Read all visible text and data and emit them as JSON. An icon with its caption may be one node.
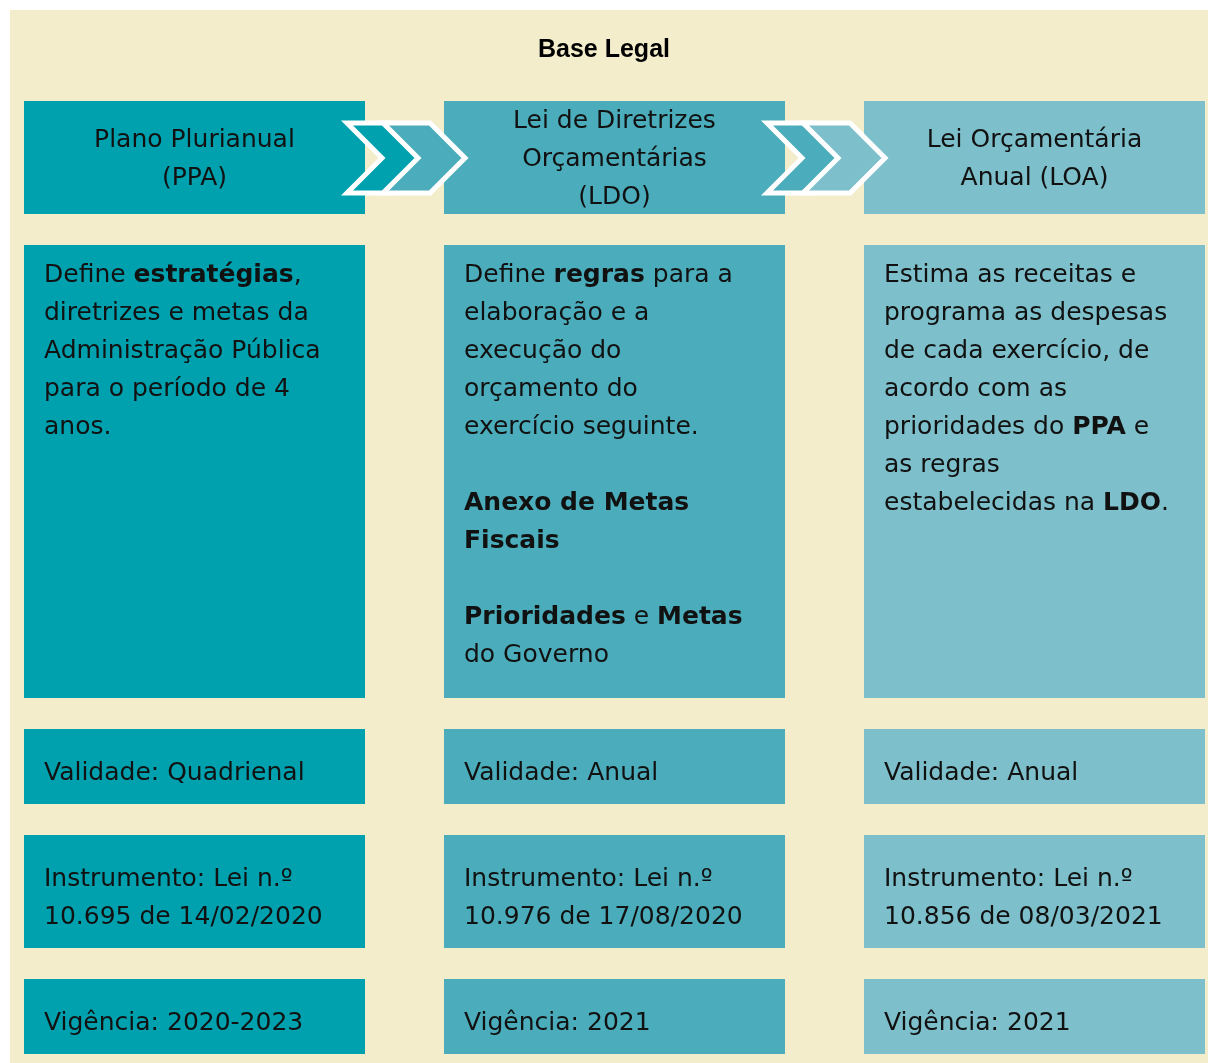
{
  "diagram": {
    "title": "Base Legal",
    "nodes": [
      {
        "text": [
          "Plano Plurianual (PPA)"
        ]
      },
      {
        "text": [
          "Lei de Diretrizes Orçamentárias (LDO)"
        ]
      },
      {
        "text": [
          "Lei Orçamentária Anual (LOA)"
        ]
      },
      {
        "text": [
          "Define **estratégias**, diretrizes e metas da Administração Pública para o período de 4 anos."
        ]
      },
      {
        "text": [
          "Define **regras** para a elaboração e a execução do orçamento do exercício seguinte.",
          "Anexo de Metas Fiscais",
          "**Prioridades** e **Metas** do Governo"
        ]
      },
      {
        "text": [
          "Estima as receitas e programa as despesas de cada exercício, de acordo com as prioridades do **PPA** e as regras estabelecidas na **LDO**."
        ]
      },
      {
        "text": [
          "Validade: Quadrienal"
        ]
      },
      {
        "text": [
          "Validade: Anual"
        ]
      },
      {
        "text": [
          "Validade: Anual"
        ]
      },
      {
        "text": [
          "Instrumento: Lei n.º 10.695 de 14/02/2020"
        ]
      },
      {
        "text": [
          "Instrumento: Lei n.º 10.976 de 17/08/2020"
        ]
      },
      {
        "text": [
          "Instrumento: Lei n.º 10.856 de 08/03/2021"
        ]
      },
      {
        "text": [
          "Vigência: 2020-2023"
        ]
      },
      {
        "text": [
          "Vigência: 2021"
        ]
      },
      {
        "text": [
          "Vigência: 2021"
        ]
      }
    ],
    "edges": [
      {
        "from": 0,
        "to": 1,
        "arrow": "to"
      },
      {
        "from": 1,
        "to": 2,
        "arrow": "to"
      }
    ]
  }
}
